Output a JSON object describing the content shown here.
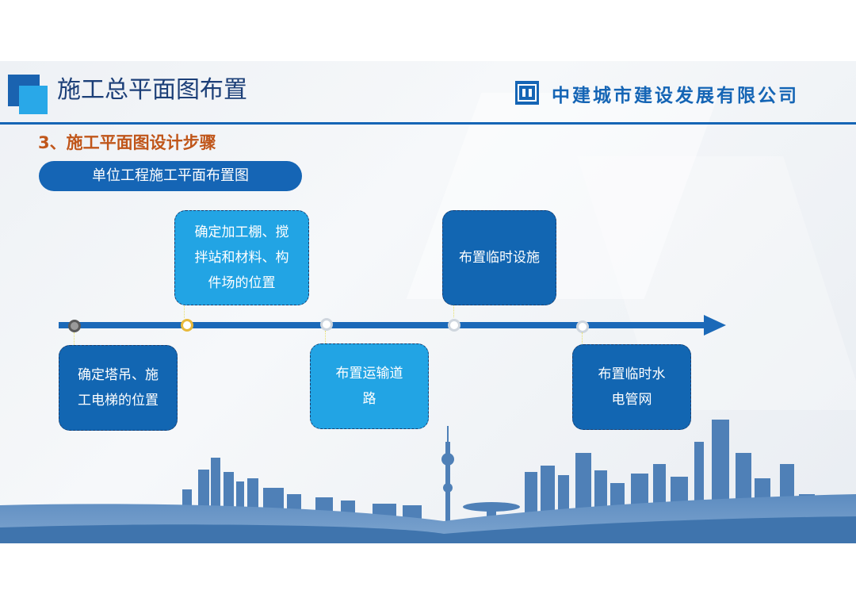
{
  "header": {
    "title": "施工总平面图布置",
    "company": "中建城市建设发展有限公司"
  },
  "section": {
    "step_title": "3、施工平面图设计步骤",
    "subtitle": "单位工程施工平面布置图"
  },
  "timeline": {
    "steps": [
      {
        "text": "确定塔吊、施\n工电梯的位置",
        "position": "below",
        "style": "dark"
      },
      {
        "text": "确定加工棚、搅\n拌站和材料、构\n件场的位置",
        "position": "above",
        "style": "light"
      },
      {
        "text": "布置运输道\n路",
        "position": "below",
        "style": "light"
      },
      {
        "text": "布置临时设施",
        "position": "above",
        "style": "dark"
      },
      {
        "text": "布置临时水\n电管网",
        "position": "below",
        "style": "dark"
      }
    ]
  },
  "colors": {
    "primary": "#1565b5",
    "light": "#22a4e4",
    "accent": "#c0561a",
    "skyline": "#3f74ad"
  }
}
